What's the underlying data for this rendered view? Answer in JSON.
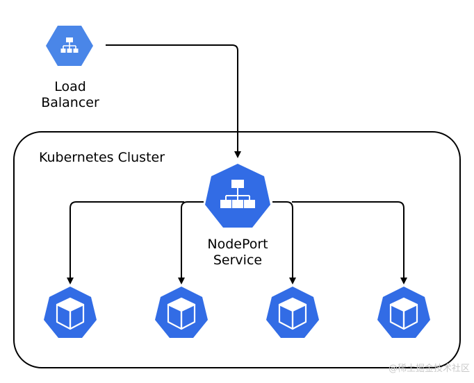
{
  "diagram": {
    "load_balancer_label_line1": "Load",
    "load_balancer_label_line2": "Balancer",
    "cluster_label": "Kubernetes Cluster",
    "service_label_line1": "NodePort",
    "service_label_line2": "Service",
    "pod_count": 4,
    "watermark": "@稀土掘金技术社区"
  },
  "colors": {
    "icon_blue": "#326ce5",
    "load_balancer_blue": "#4a86e8",
    "line": "#000000",
    "icon_white": "#ffffff"
  },
  "icons": {
    "load_balancer": "network-hierarchy-icon",
    "service": "network-hierarchy-icon",
    "pod": "cube-icon"
  }
}
